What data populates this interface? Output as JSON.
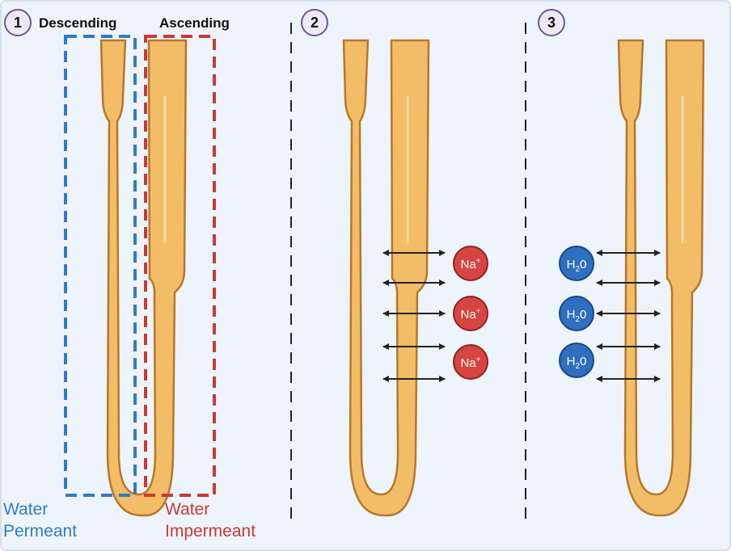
{
  "panels": [
    {
      "number": "1",
      "labels": {
        "descending": "Descending",
        "ascending": "Ascending"
      }
    },
    {
      "number": "2"
    },
    {
      "number": "3"
    }
  ],
  "legend": {
    "water_permeant_line1": "Water",
    "water_permeant_line2": "Permeant",
    "water_impermeant_line1": "Water",
    "water_impermeant_line2": "Impermeant"
  },
  "ions": {
    "sodium": {
      "base": "Na",
      "sup": "+"
    },
    "water": {
      "pre": "H",
      "sub": "2",
      "post": "0"
    }
  },
  "colors": {
    "background": "#eef4fc",
    "tubule_fill": "#f2bd66",
    "tubule_outline": "#b5782a",
    "permeant_box": "#2f7cc4",
    "impermeant_box": "#c83a36",
    "sodium_circle": "#d64541",
    "water_circle": "#2f6fc0",
    "badge_fill": "#efe8f8",
    "badge_stroke": "#6b5a8e"
  }
}
